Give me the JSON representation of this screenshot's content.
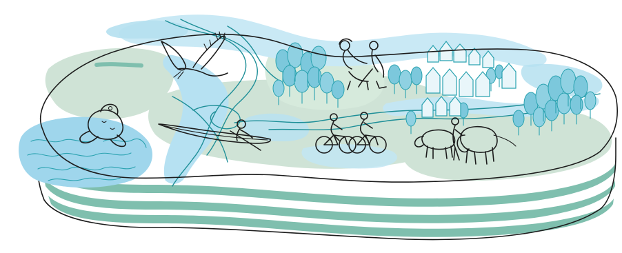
{
  "palette": {
    "water_blue": "#a9dcef",
    "water_blue_light": "#c9e9f5",
    "meadow_green": "#cfe3d6",
    "layer_teal": "#7fbfae",
    "tree_teal": "#7cc8dc",
    "ink": "#1c1c1c",
    "teal_line": "#1e8f98"
  },
  "elements": [
    "landscape-block",
    "wetland-pond",
    "frog",
    "heron",
    "canoe-paddler",
    "cyclists",
    "picnic-couple",
    "cattle-herder",
    "tree-groves",
    "village-houses",
    "soil-strata"
  ]
}
